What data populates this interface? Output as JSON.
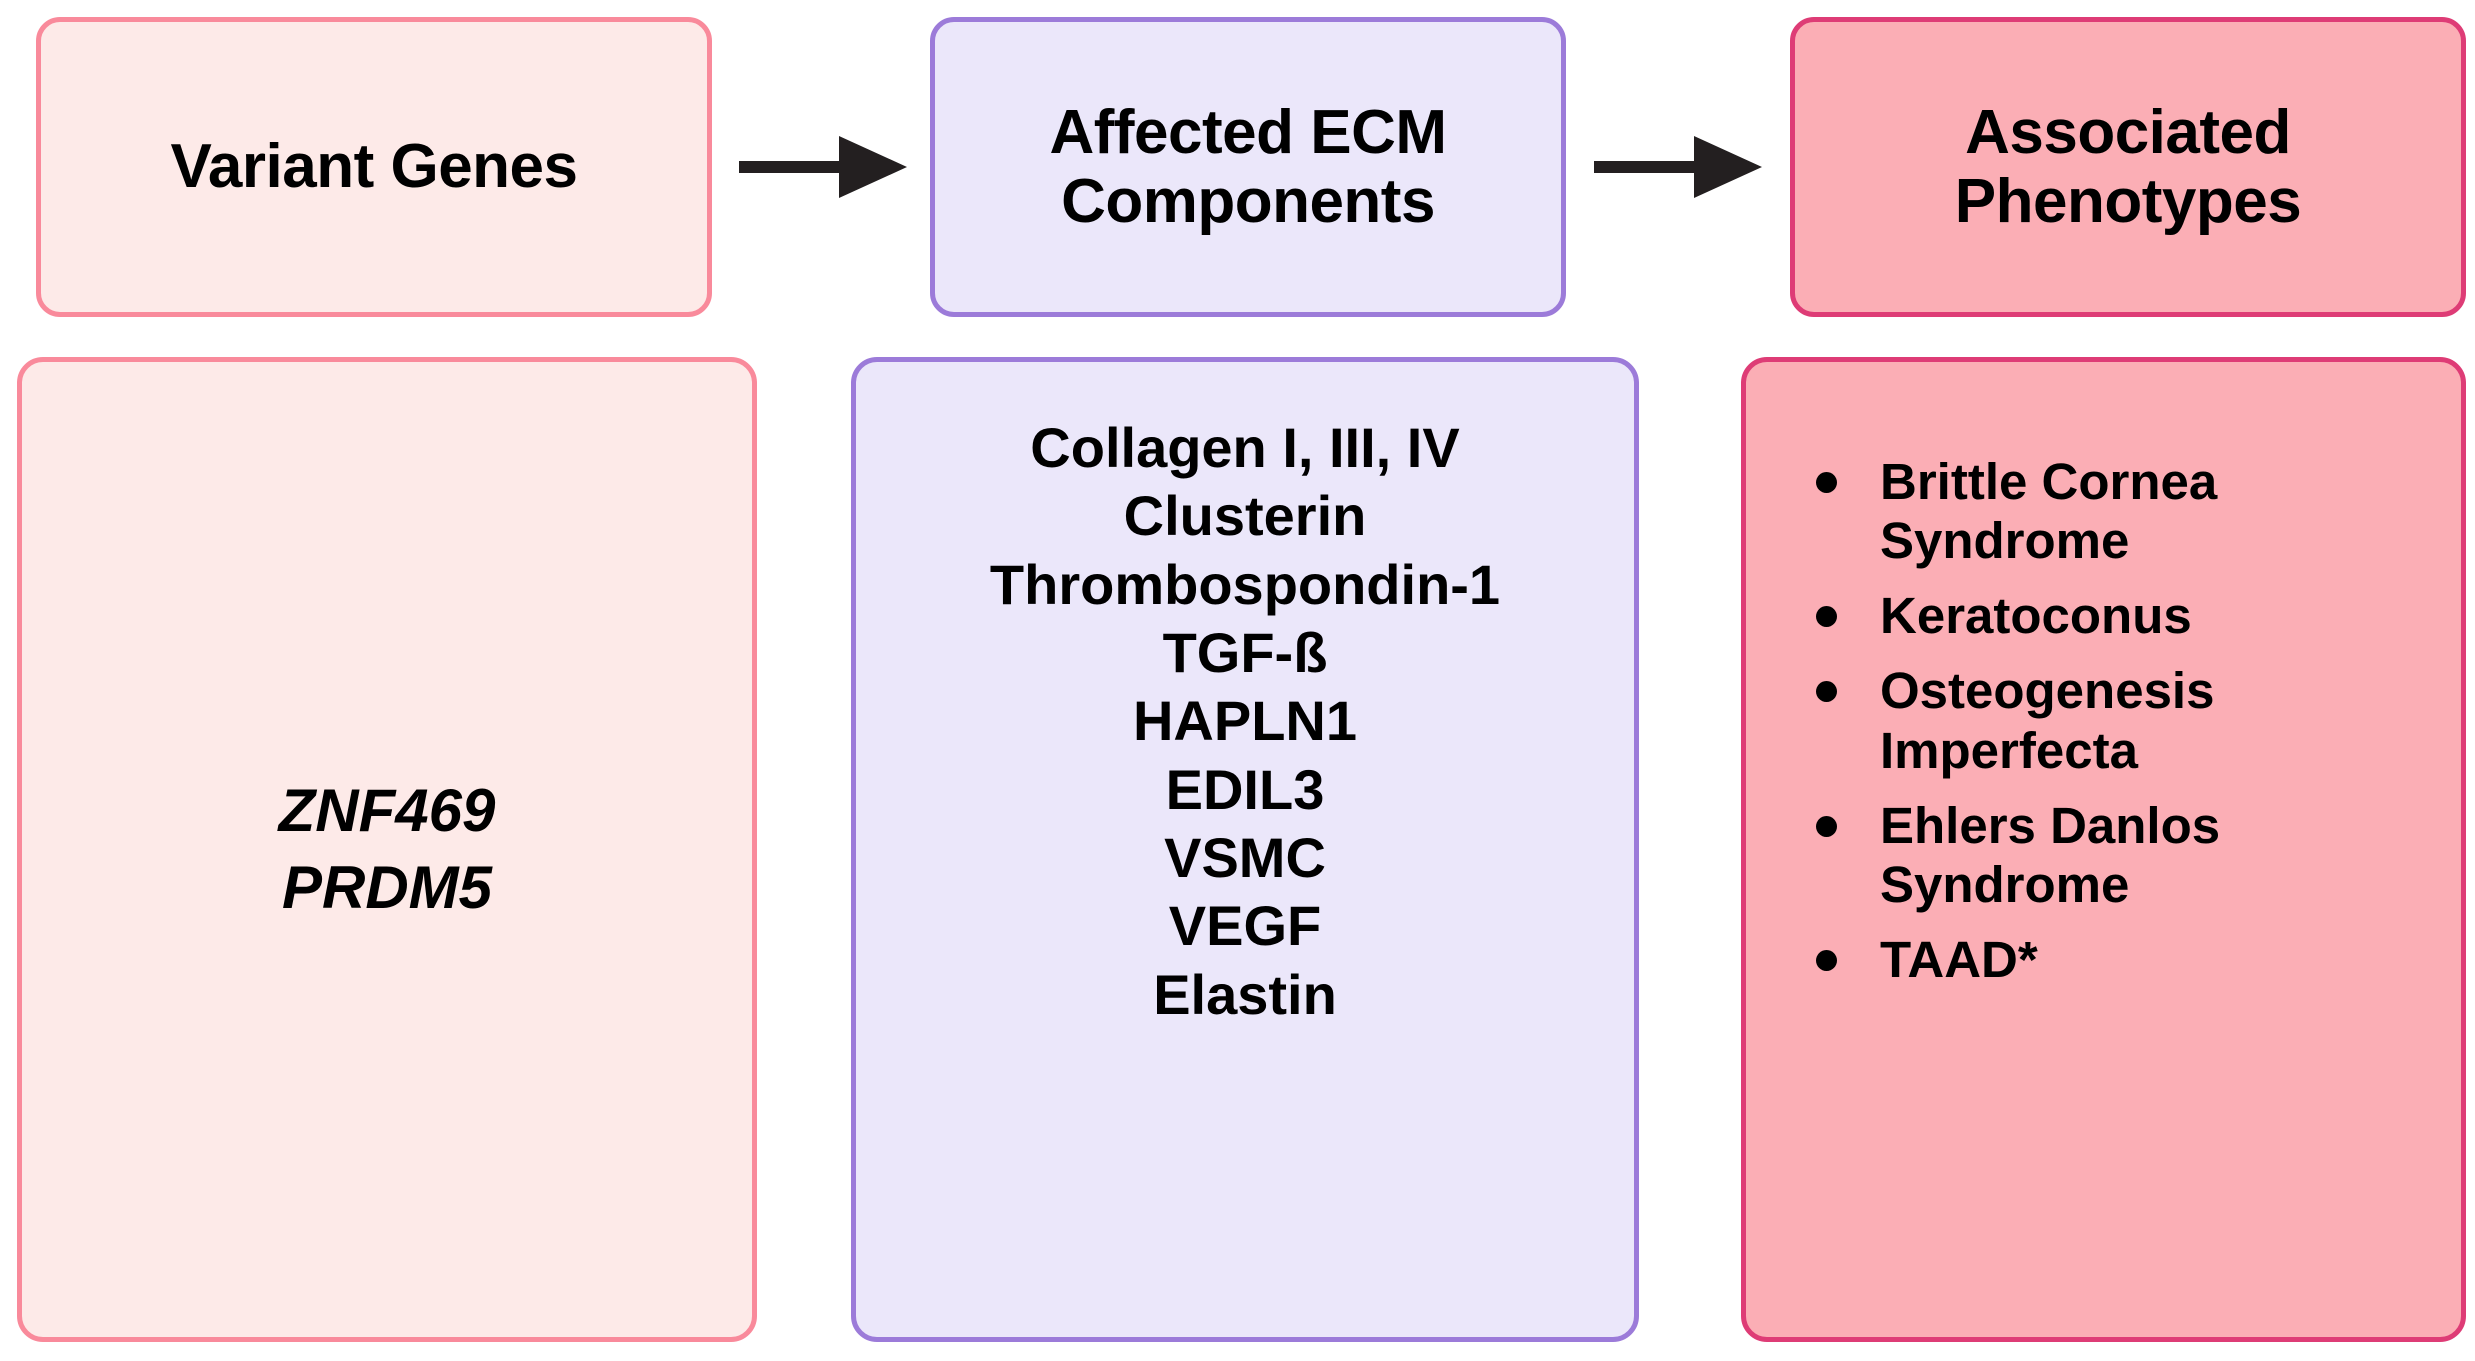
{
  "diagram": {
    "title_flow": [
      "Variant Genes",
      "Affected ECM Components",
      "Associated Phenotypes"
    ],
    "colors": {
      "genes_fill": "#FDEAE8",
      "genes_border": "#F98A9B",
      "ecm_fill": "#EBE7FA",
      "ecm_border": "#9C7BD9",
      "pheno_fill": "#FBAEB5",
      "pheno_border": "#DE3C76",
      "arrow": "#231F20",
      "text": "#000000"
    }
  },
  "columns": {
    "genes": {
      "header": "Variant Genes",
      "items": [
        "ZNF469",
        "PRDM5"
      ]
    },
    "ecm": {
      "header": "Affected ECM\nComponents",
      "items": [
        "Collagen I, III, IV",
        "Clusterin",
        "Thrombospondin-1",
        "TGF-ß",
        "HAPLN1",
        "EDIL3",
        "VSMC",
        "VEGF",
        "Elastin"
      ]
    },
    "phenotypes": {
      "header": "Associated\nPhenotypes",
      "items": [
        "Brittle Cornea Syndrome",
        "Keratoconus",
        "Osteogenesis Imperfecta",
        "Ehlers Danlos Syndrome",
        "TAAD*"
      ]
    }
  },
  "arrows": [
    {
      "name": "genes-to-ecm",
      "from": "Variant Genes",
      "to": "Affected ECM Components"
    },
    {
      "name": "ecm-to-phenotypes",
      "from": "Affected ECM Components",
      "to": "Associated Phenotypes"
    }
  ]
}
